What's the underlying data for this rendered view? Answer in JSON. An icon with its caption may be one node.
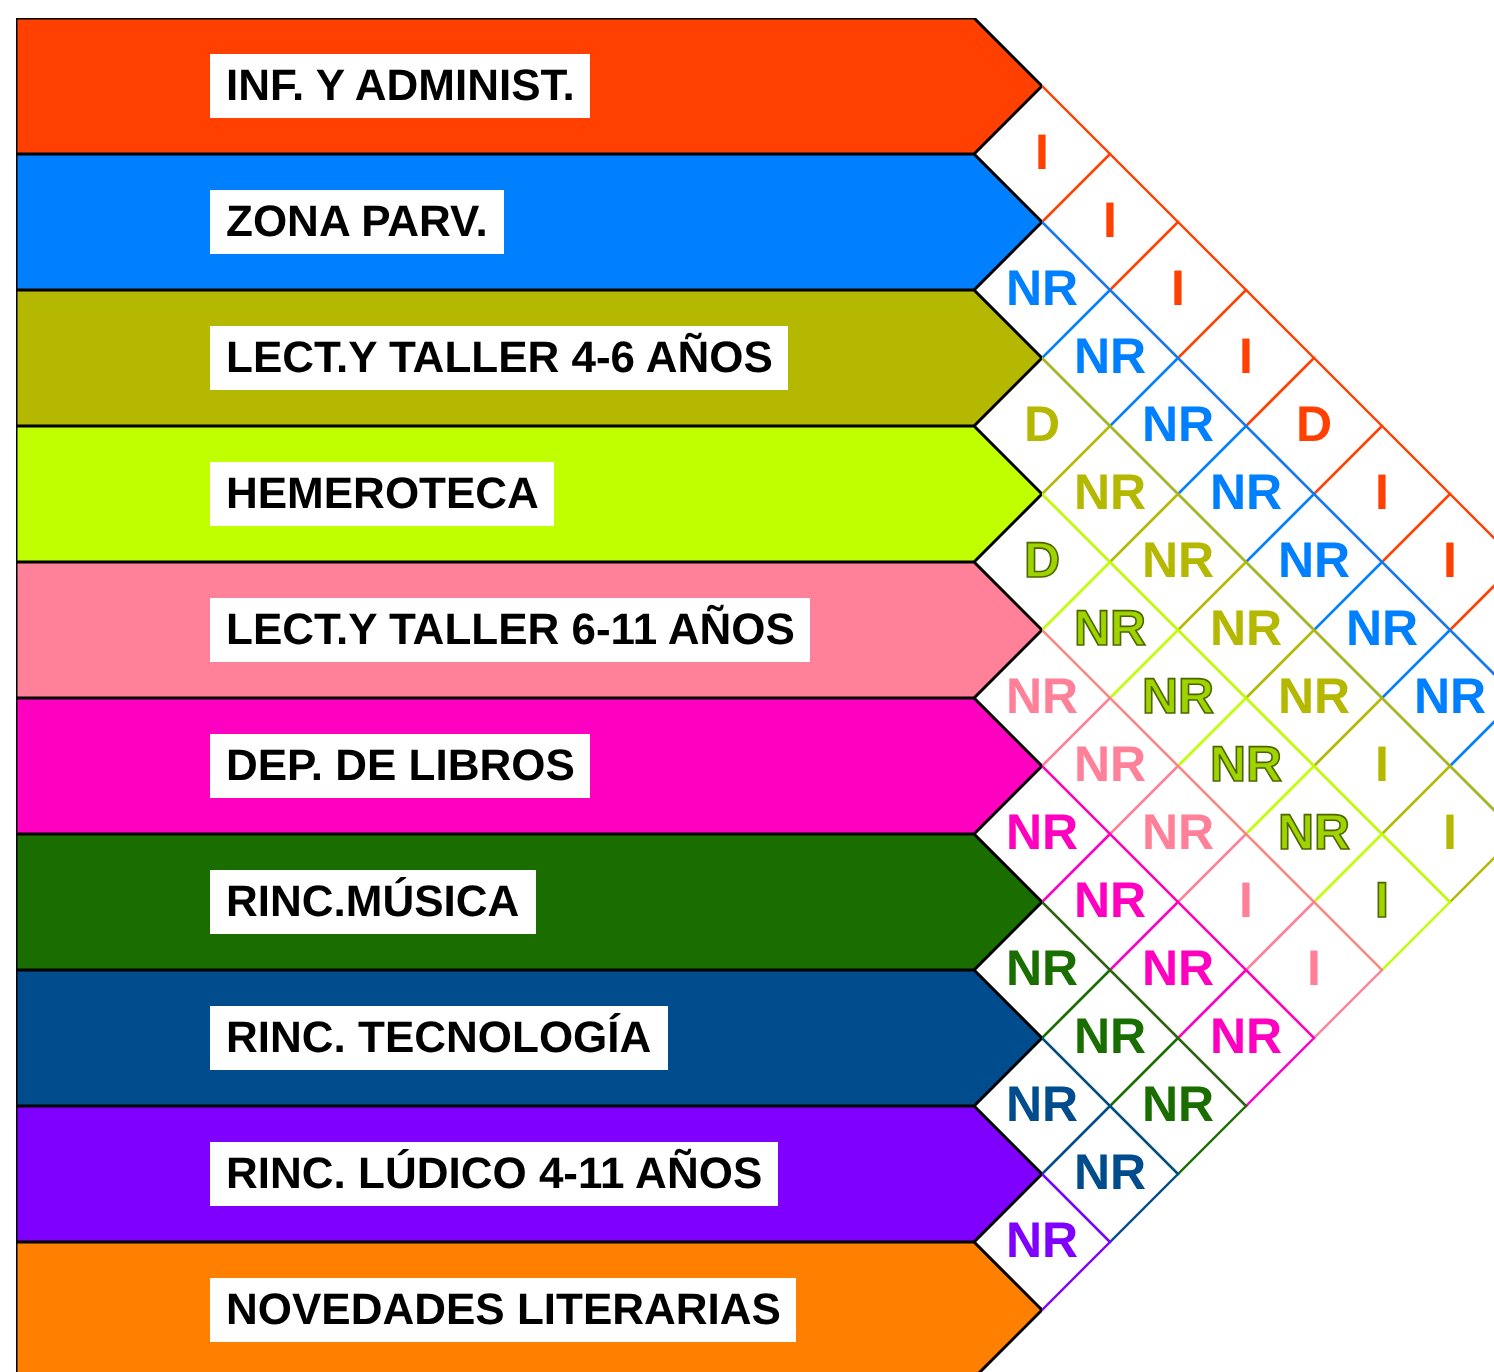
{
  "diagram": {
    "nodes": [
      {
        "text": [
          "INF. Y ADMINIST."
        ]
      },
      {
        "text": [
          "ZONA PARV."
        ]
      },
      {
        "text": [
          "LECT.Y TALLER 4-6 AÑOS"
        ]
      },
      {
        "text": [
          "HEMEROTECA"
        ]
      },
      {
        "text": [
          "LECT.Y TALLER 6-11 AÑOS"
        ]
      },
      {
        "text": [
          "DEP. DE LIBROS"
        ]
      },
      {
        "text": [
          "RINC.MÚSICA"
        ]
      },
      {
        "text": [
          "RINC. TECNOLOGÍA"
        ]
      },
      {
        "text": [
          "RINC. LÚDICO 4-11 AÑOS"
        ]
      },
      {
        "text": [
          "NOVEDADES LITERARIAS"
        ]
      }
    ],
    "labels": [
      "I",
      "I",
      "I",
      "I",
      "D",
      "I",
      "I",
      "NR",
      "NR",
      "NR",
      "NR",
      "NR",
      "NR",
      "NR",
      "D",
      "NR",
      "NR",
      "NR",
      "NR",
      "I",
      "I",
      "D",
      "NR",
      "NR",
      "NR",
      "NR",
      "I",
      "NR",
      "NR",
      "NR",
      "I",
      "I",
      "NR",
      "NR",
      "NR",
      "NR",
      "NR",
      "NR",
      "NR",
      "NR",
      "NR",
      "NR"
    ]
  }
}
